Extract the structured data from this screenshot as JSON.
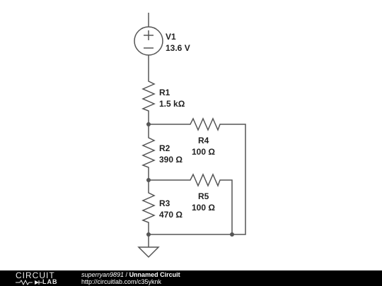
{
  "circuit": {
    "components": [
      {
        "ref": "V1",
        "value": "13.6 V",
        "kind": "voltage-source"
      },
      {
        "ref": "R1",
        "value": "1.5 kΩ",
        "kind": "resistor"
      },
      {
        "ref": "R2",
        "value": "390 Ω",
        "kind": "resistor"
      },
      {
        "ref": "R3",
        "value": "470 Ω",
        "kind": "resistor"
      },
      {
        "ref": "R4",
        "value": "100 Ω",
        "kind": "resistor"
      },
      {
        "ref": "R5",
        "value": "100 Ω",
        "kind": "resistor"
      }
    ],
    "ground": "ground-symbol"
  },
  "footer": {
    "logo_top": "CIRCUIT",
    "logo_bottom": "LAB",
    "author": "superryan9891",
    "separator": " / ",
    "title": "Unnamed Circuit",
    "url": "http://circuitlab.com/c35yknk"
  },
  "colors": {
    "wire": "#555555",
    "text": "#222222",
    "footer_bg": "#000000",
    "footer_text": "#ffffff"
  }
}
